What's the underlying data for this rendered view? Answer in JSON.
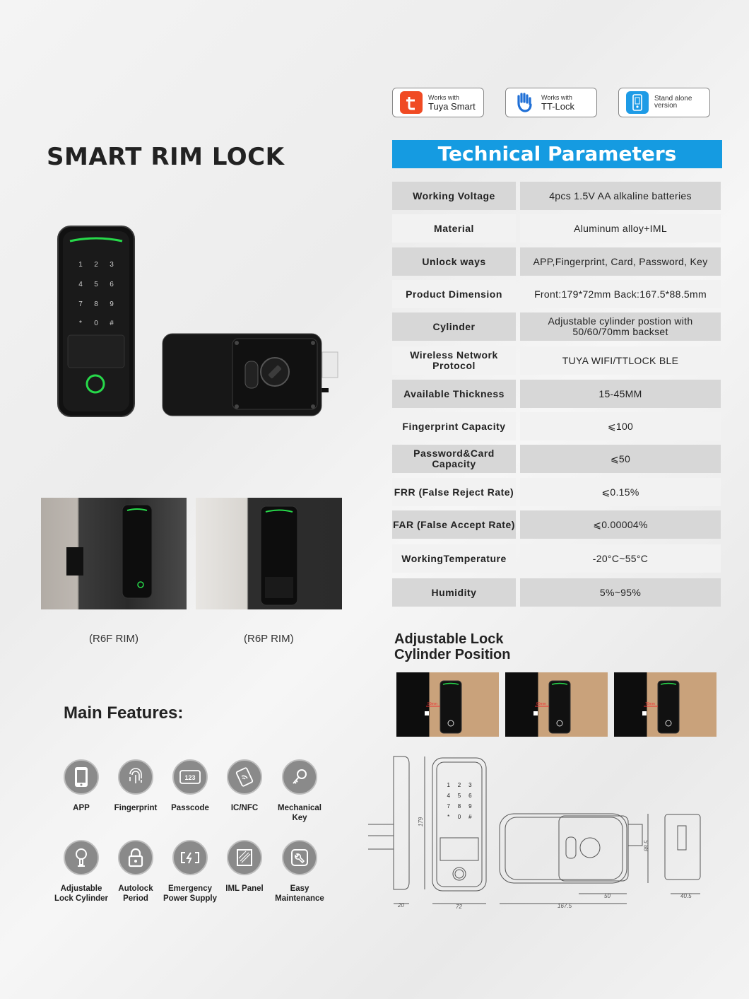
{
  "title": "SMART RIM LOCK",
  "badges": [
    {
      "small": "Works with",
      "big": "Tuya Smart",
      "color": "#f04a23",
      "icon": "tuya-icon"
    },
    {
      "small": "Works with",
      "big": "TT-Lock",
      "color": "#1f6fd6",
      "icon": "hand-icon"
    },
    {
      "small": "Stand alone",
      "big": "version",
      "color": "#1e9be6",
      "icon": "device-icon"
    }
  ],
  "tech": {
    "header": "Technical Parameters",
    "rows": [
      {
        "k": "Working Voltage",
        "v": "4pcs 1.5V AA alkaline batteries"
      },
      {
        "k": "Material",
        "v": "Aluminum alloy+IML"
      },
      {
        "k": "Unlock ways",
        "v": "APP,Fingerprint, Card, Password, Key"
      },
      {
        "k": "Product Dimension",
        "v": "Front:179*72mm Back:167.5*88.5mm"
      },
      {
        "k": "Cylinder",
        "v": "Adjustable cylinder postion with 50/60/70mm backset"
      },
      {
        "k": "Wireless Network Protocol",
        "v": "TUYA WIFI/TTLOCK BLE"
      },
      {
        "k": "Available Thickness",
        "v": "15-45MM"
      },
      {
        "k": "Fingerprint Capacity",
        "v": "⩽100"
      },
      {
        "k": "Password&Card Capacity",
        "v": "⩽50"
      },
      {
        "k": "FRR (False Reject Rate)",
        "v": "⩽0.15%"
      },
      {
        "k": "FAR (False Accept Rate)",
        "v": "⩽0.00004%"
      },
      {
        "k": "WorkingTemperature",
        "v": "-20°C~55°C"
      },
      {
        "k": "Humidity",
        "v": "5%~95%"
      }
    ]
  },
  "keypad": [
    "1",
    "2",
    "3",
    "4",
    "5",
    "6",
    "7",
    "8",
    "9",
    "*",
    "0",
    "#"
  ],
  "captions": {
    "r6f": "(R6F RIM)",
    "r6p": "(R6P RIM)"
  },
  "features": {
    "title": "Main Features:",
    "items": [
      {
        "label": "APP",
        "icon": "phone-icon"
      },
      {
        "label": "Fingerprint",
        "icon": "fingerprint-icon"
      },
      {
        "label": "Passcode",
        "icon": "passcode-icon"
      },
      {
        "label": "IC/NFC",
        "icon": "nfc-card-icon"
      },
      {
        "label": "Mechanical Key",
        "icon": "key-icon"
      },
      {
        "label": "Adjustable Lock Cylinder",
        "icon": "cylinder-icon"
      },
      {
        "label": "Autolock Period",
        "icon": "padlock-icon"
      },
      {
        "label": "Emergency Power Supply",
        "icon": "battery-icon"
      },
      {
        "label": "IML Panel",
        "icon": "panel-icon"
      },
      {
        "label": "Easy Maintenance",
        "icon": "wrench-icon"
      }
    ]
  },
  "cylinder": {
    "title": "Adjustable Lock Cylinder Position",
    "tags": [
      "50mm",
      "60mm",
      "70mm"
    ]
  },
  "dimensions": {
    "front_h": "179",
    "front_w": "72",
    "side_w": "20",
    "back_w": "167.5",
    "back_h": "88.5",
    "offset": "50",
    "depth": "40.5"
  },
  "colors": {
    "accent": "#159be1",
    "shade": "#d7d7d7",
    "green": "#27d94a"
  }
}
